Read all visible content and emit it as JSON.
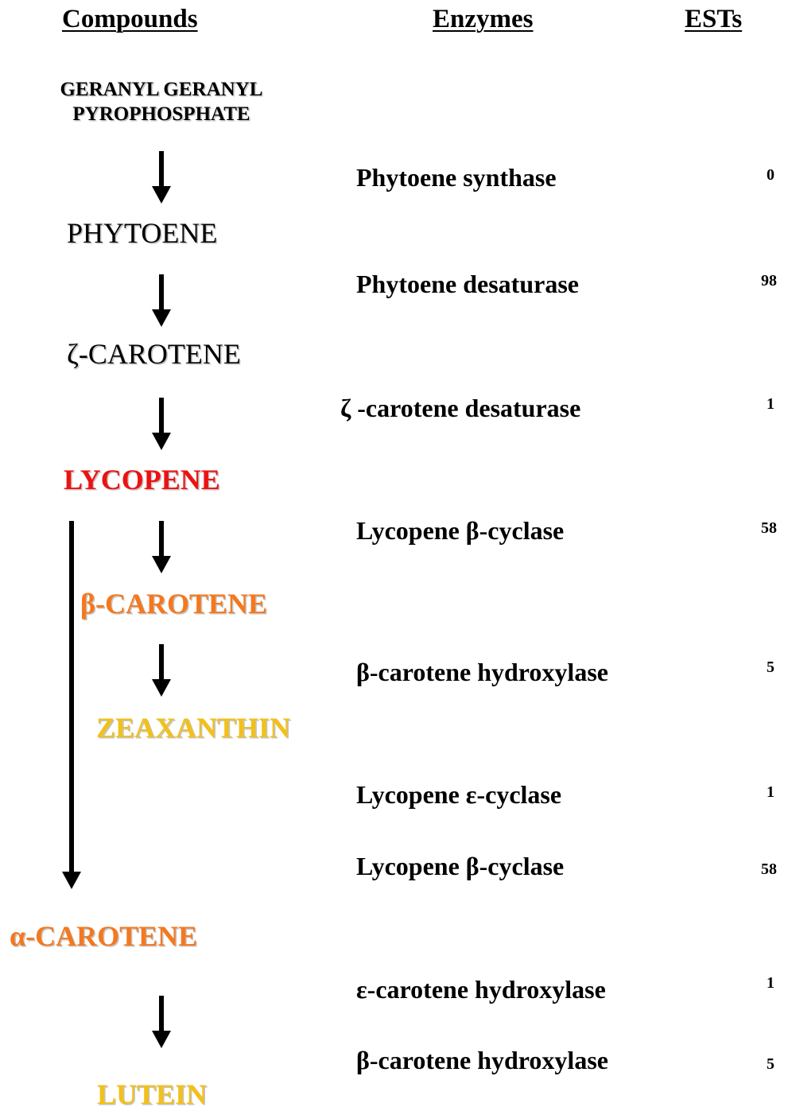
{
  "headers": {
    "compounds": "Compounds",
    "enzymes": "Enzymes",
    "ests": "ESTs"
  },
  "colors": {
    "lycopene": "#ee1111",
    "carotene_orange": "#f5781e",
    "xanthophyll_yellow": "#f2c01a",
    "text": "#000000"
  },
  "compounds": {
    "ggpp_line1": "GERANYL GERANYL",
    "ggpp_line2": "PYROPHOSPHATE",
    "phytoene": "PHYTOENE",
    "zeta_carotene": "ζ-CAROTENE",
    "lycopene": "LYCOPENE",
    "beta_carotene": "β-CAROTENE",
    "zeaxanthin": "ZEAXANTHIN",
    "alpha_carotene": "α-CAROTENE",
    "lutein": "LUTEIN"
  },
  "enzymes": [
    {
      "name": "Phytoene synthase",
      "ests": "0"
    },
    {
      "name": "Phytoene desaturase",
      "ests": "98"
    },
    {
      "name": "ζ -carotene desaturase",
      "ests": "1"
    },
    {
      "name": "Lycopene β-cyclase",
      "ests": "58"
    },
    {
      "name": "β-carotene hydroxylase",
      "ests": "5"
    },
    {
      "name": "Lycopene ε-cyclase",
      "ests": "1"
    },
    {
      "name": "Lycopene β-cyclase",
      "ests": "58"
    },
    {
      "name": "ε-carotene hydroxylase",
      "ests": "1"
    },
    {
      "name": "β-carotene hydroxylase",
      "ests": "5"
    }
  ]
}
